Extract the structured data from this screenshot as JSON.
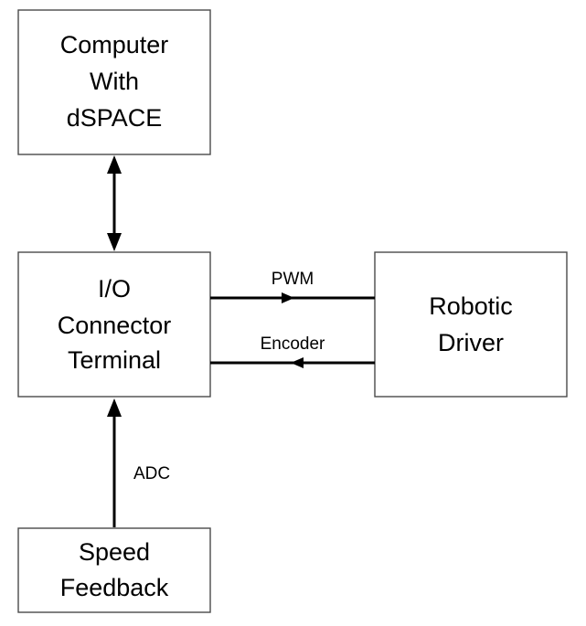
{
  "diagram": {
    "nodes": {
      "computer": {
        "lines": [
          "Computer",
          "With",
          "dSPACE"
        ]
      },
      "io": {
        "lines": [
          "I/O",
          "Connector",
          "Terminal"
        ]
      },
      "robotic": {
        "lines": [
          "Robotic",
          "Driver"
        ]
      },
      "speed": {
        "lines": [
          "Speed",
          "Feedback"
        ]
      }
    },
    "edges": {
      "pwm": {
        "label": "PWM"
      },
      "encoder": {
        "label": "Encoder"
      },
      "adc": {
        "label": "ADC"
      }
    },
    "colors": {
      "line": "#000000",
      "box_border": "#4a4a4a",
      "background": "#ffffff"
    }
  }
}
